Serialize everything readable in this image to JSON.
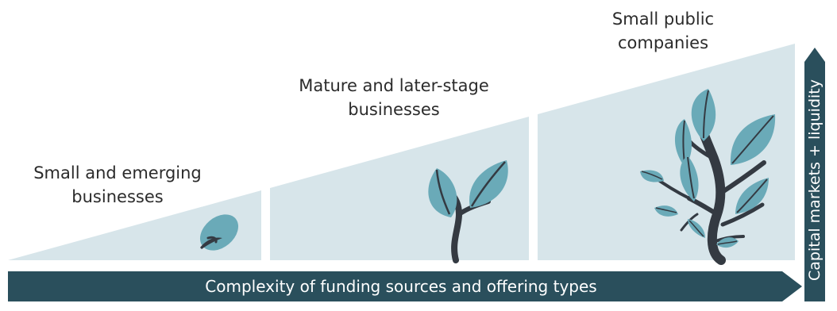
{
  "stages": [
    {
      "label": "Small and emerging businesses",
      "line1": "Small and emerging",
      "line2": "businesses",
      "icon": "seed-icon"
    },
    {
      "label": "Mature and later-stage businesses",
      "line1": "Mature and later-stage",
      "line2": "businesses",
      "icon": "sprout-icon"
    },
    {
      "label": "Small public companies",
      "line1": "Small public",
      "line2": "companies",
      "icon": "tree-icon"
    }
  ],
  "arrows": {
    "horizontal_label": "Complexity of funding sources and offering types",
    "vertical_label": "Capital markets + liquidity"
  },
  "colors": {
    "wedge": "#d7e5ea",
    "arrow": "#2a4f5c",
    "leaf": "#6aaab8",
    "stem": "#343a42",
    "text": "#2b2b2b"
  }
}
